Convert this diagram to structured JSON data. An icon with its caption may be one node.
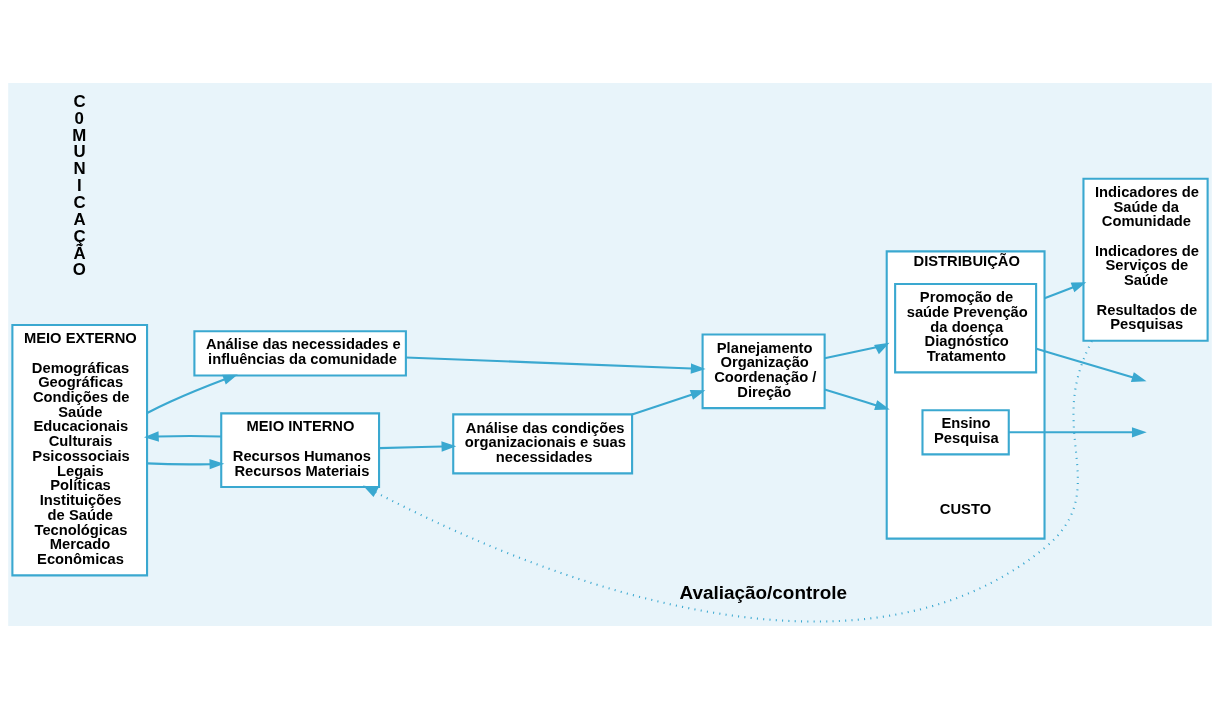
{
  "diagram": {
    "nodes": [
      {
        "text": [
          "MEIO EXTERNO",
          "Demográficas Geográficas Condições de Saúde Educacionais Culturais Psicossociais Legais Políticas Instituições de Saúde Tecnológicas Mercado Econômicas"
        ]
      },
      {
        "text": [
          "Análise das necessidades e influências da comunidade"
        ]
      },
      {
        "text": [
          "MEIO INTERNO",
          "Recursos Humanos Recursos Materiais"
        ]
      },
      {
        "text": [
          "Análise das condições organizacionais e suas necessidades"
        ]
      },
      {
        "text": [
          "Planejamento Organização Coordenação / Direção"
        ]
      },
      {
        "text": [
          "DISTRIBUIÇÃO"
        ],
        "beside": [
          "CUSTO"
        ]
      },
      {
        "text": [
          "Promoção de saúde Prevenção da doença Diagnóstico Tratamento"
        ],
        "in": 5
      },
      {
        "text": [
          "Ensino Pesquisa"
        ],
        "in": 5
      },
      {
        "text": [
          "Indicadores de Saúde da Comunidade",
          "Indicadores de Serviços de Saúde",
          "Resultados de Pesquisas"
        ]
      }
    ],
    "edges": [
      {
        "from": 0,
        "to": 2,
        "arrow": "to"
      },
      {
        "from": 2,
        "to": 0,
        "arrow": "to"
      },
      {
        "from": 0,
        "to": 1,
        "arrow": "to"
      },
      {
        "from": 2,
        "to": 3,
        "arrow": "to"
      },
      {
        "from": 1,
        "to": 4,
        "arrow": "to"
      },
      {
        "from": 3,
        "to": 4,
        "arrow": "to"
      },
      {
        "from": 4,
        "to": 5,
        "arrow": "to"
      },
      {
        "from": 4,
        "to": 5,
        "arrow": "to"
      },
      {
        "from": 6,
        "to": null,
        "arrow": "to"
      },
      {
        "from": 7,
        "to": null,
        "arrow": "to"
      },
      {
        "from": 5,
        "to": 8,
        "arrow": "to"
      },
      {
        "from": 8,
        "to": 2,
        "arrow": "to",
        "style": "dashed",
        "label": "Avaliação/controle"
      }
    ],
    "labels": [
      "C0MUNICAÇÃO"
    ]
  }
}
